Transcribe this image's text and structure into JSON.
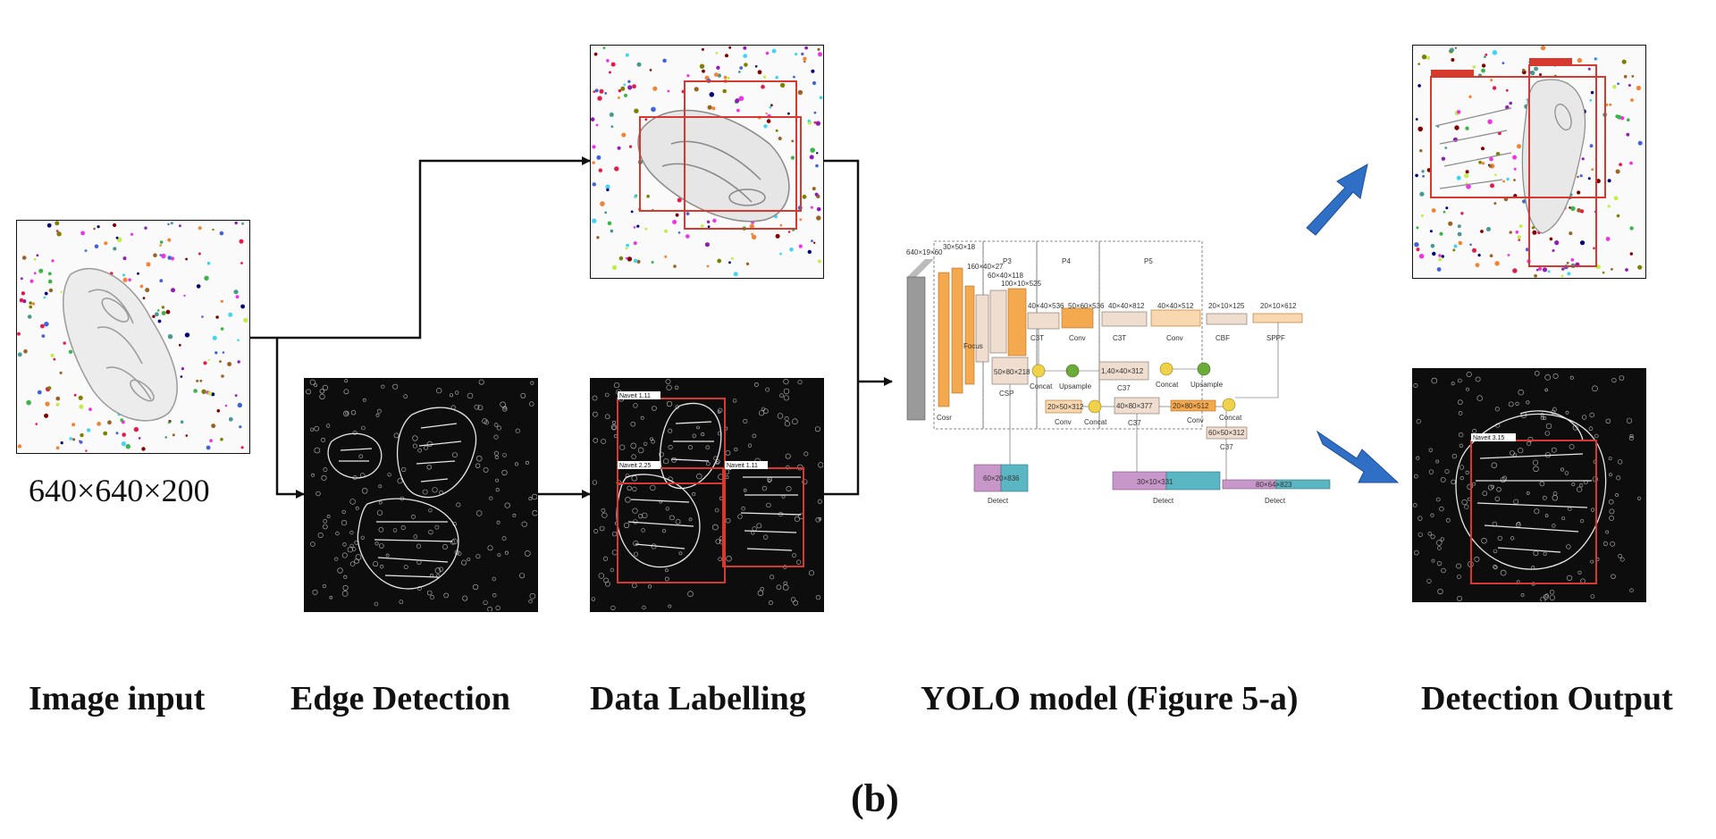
{
  "stages": {
    "input": "Image input",
    "edge": "Edge Detection",
    "labelling": "Data Labelling",
    "yolo": "YOLO model (Figure 5-a)",
    "output": "Detection Output"
  },
  "input_size": "640×640×200",
  "figure_label": "(b)",
  "bbox_tags": {
    "label_a": "Naveit 1.11",
    "label_b": "Naveit 2.25",
    "label_c": "Naveit 1.11",
    "output_edge": "Naveit 3.15"
  },
  "yolo": {
    "stages": [
      "P3",
      "P4",
      "P5"
    ],
    "input_dim": "640×19×60",
    "layers": {
      "l1": "30×50×18",
      "l2": "160×40×27",
      "l3": "60×40×118",
      "l4": "100×10×525",
      "l5": "40×40×536",
      "l6": "50×60×536",
      "l7": "40×40×812",
      "l8": "40×40×512",
      "l9": "20×10×125",
      "l10": "20×10×612",
      "csp_mid": "50×80×218",
      "csp_p4": "1,40×40×312",
      "conv_a": "20×50×312",
      "csp_p5": "40×80×377",
      "conv_b": "20×80×512",
      "csp_p6": "60×50×312",
      "det1": "60×20×836",
      "det2": "30×10×331",
      "det3": "80×64×823"
    },
    "ops": {
      "concat": "Concat",
      "upsample": "Upsample",
      "conv": "Conv",
      "c3t": "C3T",
      "csp": "CSP",
      "c37": "C37",
      "detect": "Detect",
      "sppf": "SPPF",
      "cbf": "CBF",
      "focus": "Focus",
      "conv_small": "Cosr"
    },
    "colors": {
      "orange": "#f5a94e",
      "pale_orange": "#f9d7b0",
      "beige": "#efddd0",
      "purple": "#c897c9",
      "teal": "#5bb6c3",
      "green": "#6aab3a",
      "yellow": "#f0d24a"
    }
  },
  "colors": {
    "box_red": "#d63a2f",
    "arrow_blue": "#2f6fc5",
    "dark_bg": "#0d0d0d"
  }
}
